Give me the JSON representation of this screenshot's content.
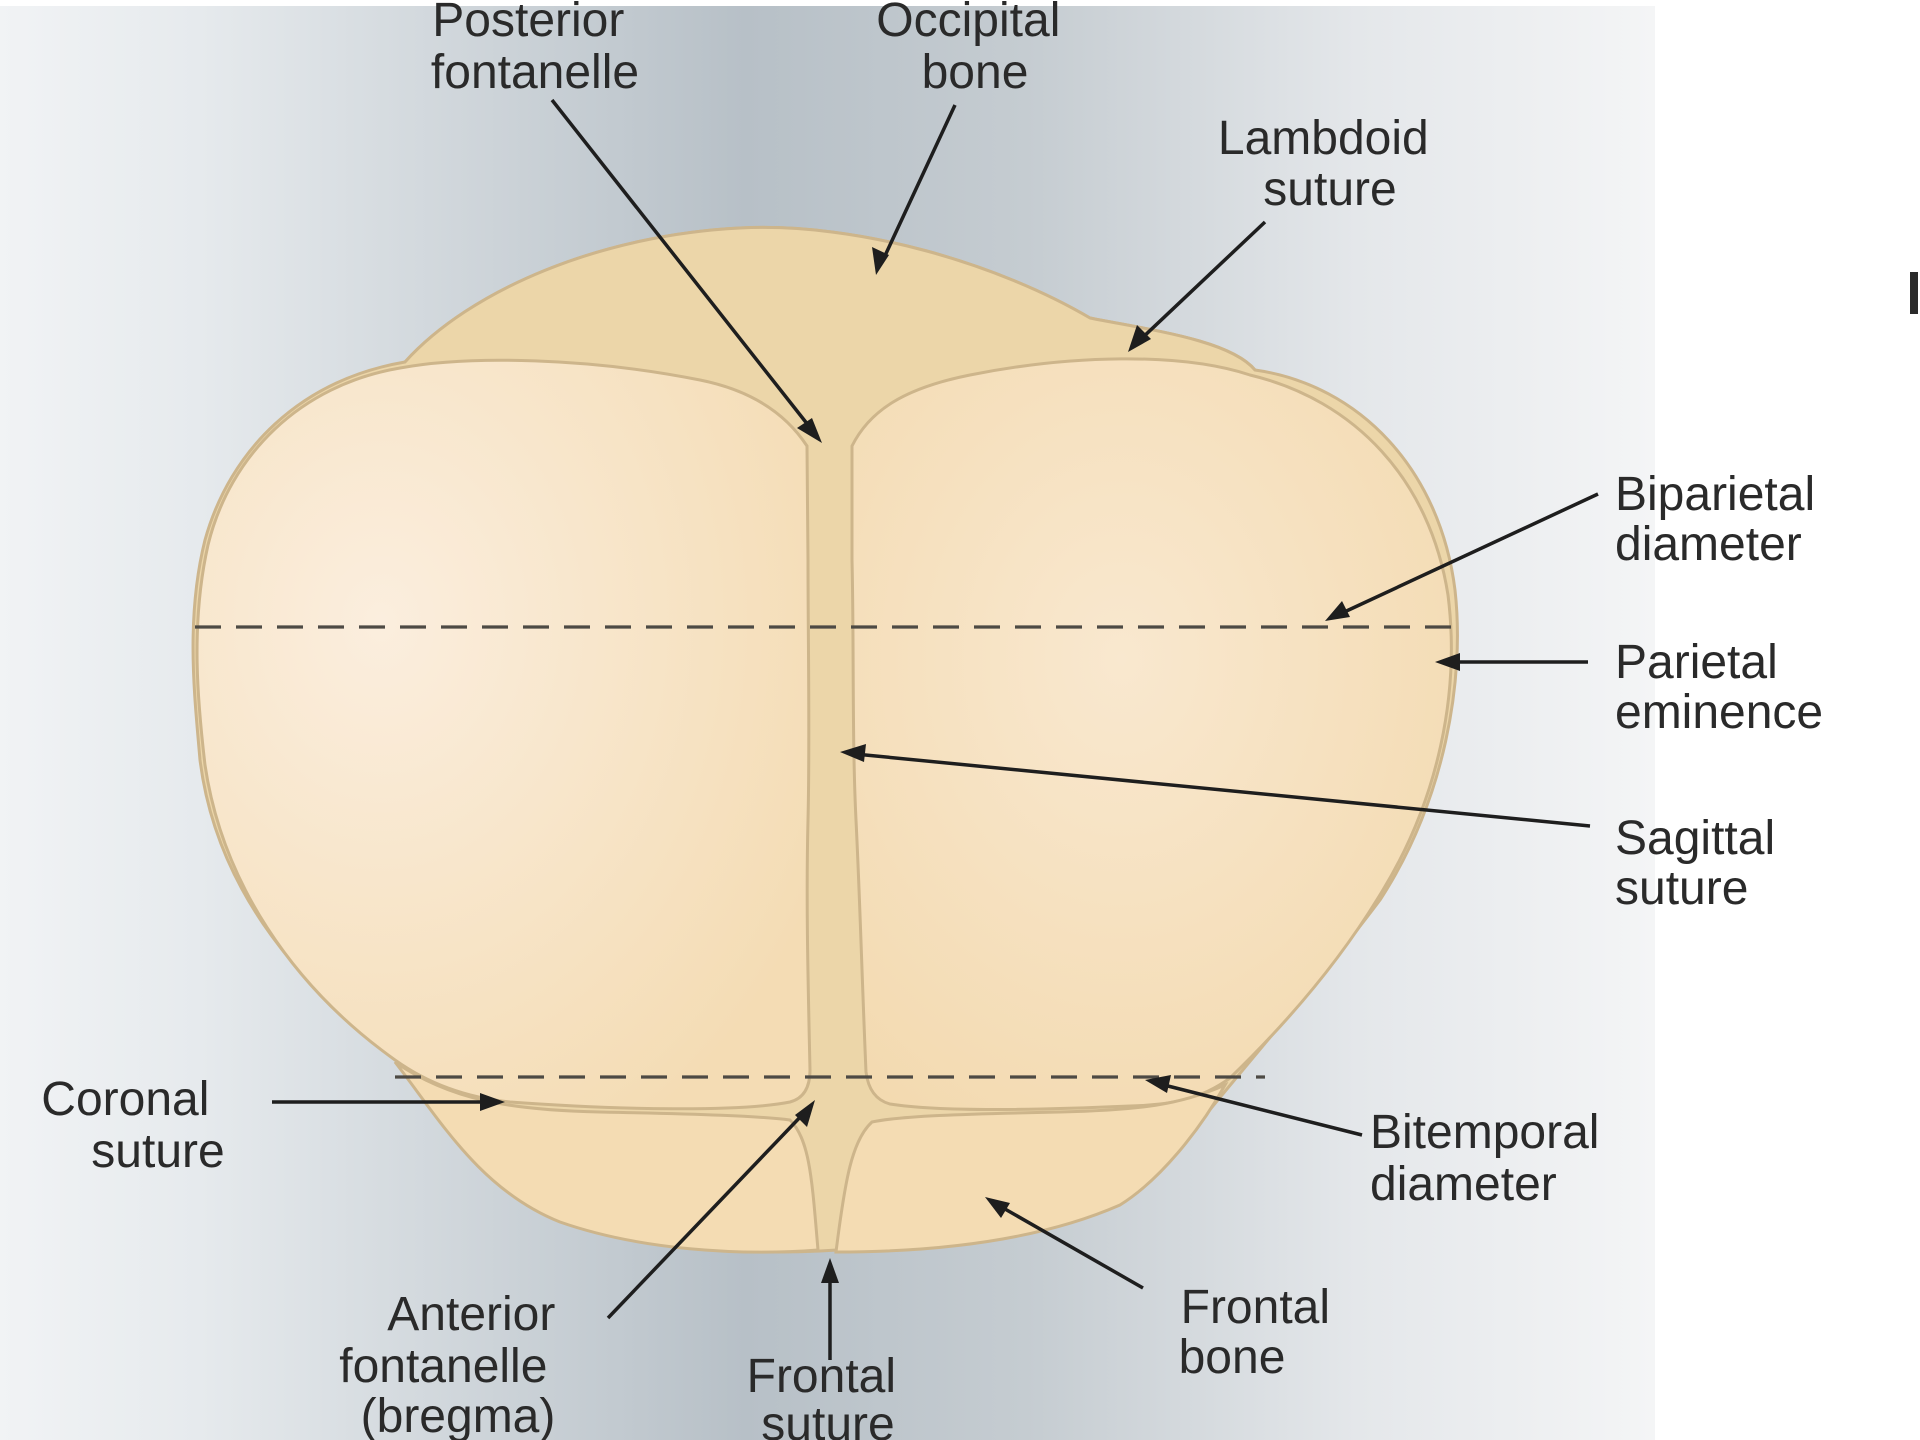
{
  "diagram": {
    "labels": {
      "posterior_fontanelle": [
        "Posterior",
        "fontanelle"
      ],
      "occipital_bone": [
        "Occipital",
        "bone"
      ],
      "lambdoid_suture": [
        "Lambdoid",
        "suture"
      ],
      "biparietal_diameter": [
        "Biparietal",
        "diameter"
      ],
      "parietal_eminence": [
        "Parietal",
        "eminence"
      ],
      "sagittal_suture": [
        "Sagittal",
        "suture"
      ],
      "coronal_suture": [
        "Coronal",
        "suture"
      ],
      "bitemporal_diameter": [
        "Bitemporal",
        "diameter"
      ],
      "frontal_bone": [
        "Frontal",
        "bone"
      ],
      "anterior_fontanelle": [
        "Anterior",
        "fontanelle",
        "(bregma)"
      ],
      "frontal_suture": [
        "Frontal",
        "suture"
      ]
    },
    "colors": {
      "skull_fill": "#f5deb3",
      "skull_outline": "#cdb58b",
      "suture_fill": "#e9d2a3",
      "backdrop_left": "#e8ecef",
      "backdrop_center": "#b9c1c8",
      "text": "#2a2a2a",
      "arrow": "#1e1e1e"
    }
  }
}
